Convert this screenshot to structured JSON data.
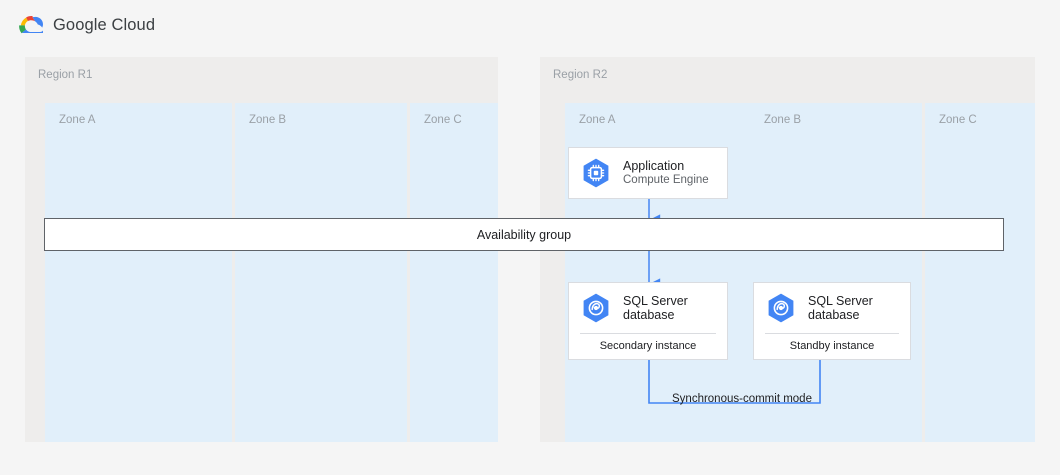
{
  "brand": {
    "name": "Google Cloud",
    "logo_icon": "google-cloud-logo-icon",
    "colors": {
      "red": "#EA4335",
      "yellow": "#FBBC04",
      "green": "#34A853",
      "blue": "#4285F4"
    }
  },
  "diagram": {
    "type": "architecture-diagram",
    "page_background": "#F5F5F5",
    "region_background": "#EEEDEC",
    "zone_background": "#E1EFFA",
    "accent_blue": "#4285F4",
    "connector_blue": "#4285F4",
    "regions": [
      {
        "id": "r1",
        "label": "Region R1",
        "zones": [
          {
            "id": "r1-zone-a",
            "label": "Zone A",
            "resources": []
          },
          {
            "id": "r1-zone-b",
            "label": "Zone B",
            "resources": []
          },
          {
            "id": "r1-zone-c",
            "label": "Zone C",
            "resources": []
          }
        ]
      },
      {
        "id": "r2",
        "label": "Region R2",
        "zones": [
          {
            "id": "r2-zone-a",
            "label": "Zone A",
            "resources": [
              "card-app",
              "card-db-primary"
            ]
          },
          {
            "id": "r2-zone-b",
            "label": "Zone B",
            "resources": [
              "card-db-standby"
            ]
          },
          {
            "id": "r2-zone-c",
            "label": "Zone C",
            "resources": []
          }
        ]
      }
    ],
    "availability_group": {
      "label": "Availability group",
      "spans_regions": [
        "r1",
        "r2"
      ]
    },
    "cards": [
      {
        "id": "card-app",
        "icon": "compute-engine-icon",
        "title": "Application",
        "subtitle": "Compute Engine",
        "footer": null
      },
      {
        "id": "card-db-primary",
        "icon": "sql-server-database-icon",
        "title": "SQL Server\ndatabase",
        "subtitle": null,
        "footer": "Secondary instance"
      },
      {
        "id": "card-db-standby",
        "icon": "sql-server-database-icon",
        "title": "SQL Server\ndatabase",
        "subtitle": null,
        "footer": "Standby instance"
      }
    ],
    "connectors": [
      {
        "id": "connector-app-to-ag",
        "from": "card-app",
        "to": "availability-group",
        "direction": "down",
        "arrowhead": "end",
        "label": null
      },
      {
        "id": "connector-ag-to-db",
        "from": "availability-group",
        "to": "card-db-primary",
        "direction": "down",
        "arrowhead": "end",
        "label": null
      },
      {
        "id": "connector-sync",
        "from": "card-db-primary",
        "to": "card-db-standby",
        "direction": "u-shaped",
        "arrowhead": "end",
        "label": "Synchronous-commit mode"
      }
    ]
  }
}
